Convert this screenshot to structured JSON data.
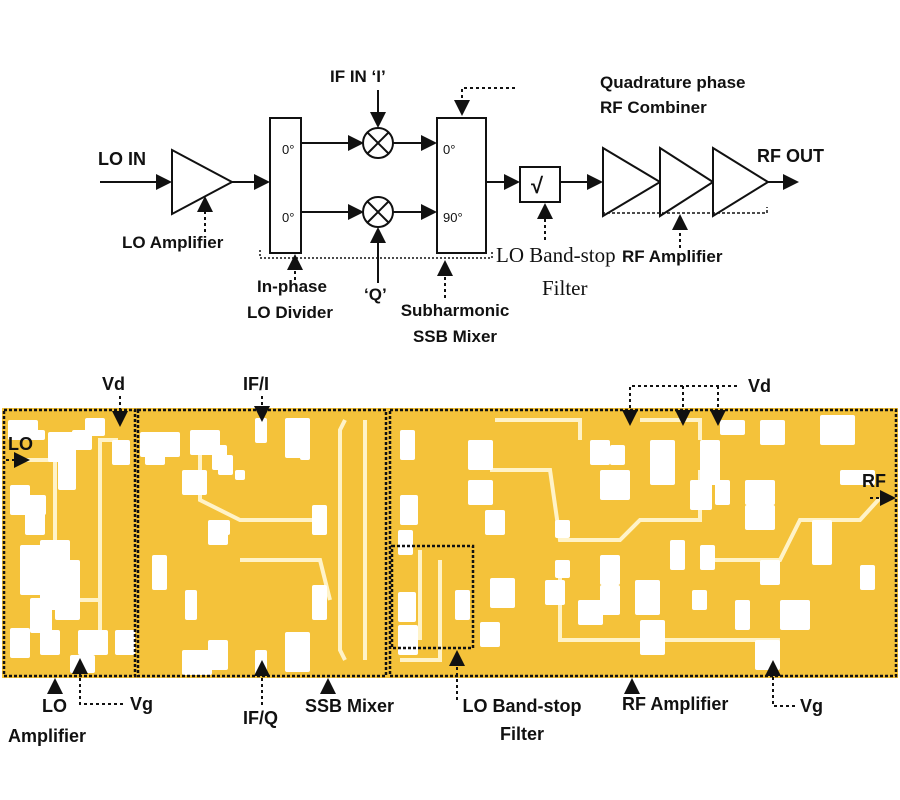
{
  "block_diagram": {
    "lo_in": "LO IN",
    "if_in_i": "IF IN ‘I’",
    "q": "‘Q’",
    "quadrature_line1": "Quadrature phase",
    "quadrature_line2": "RF Combiner",
    "rf_out": "RF OUT",
    "lo_amplifier": "LO Amplifier",
    "divider_line1": "In-phase",
    "divider_line2": "LO Divider",
    "mixer_line1": "Subharmonic",
    "mixer_line2": "SSB Mixer",
    "bandstop_line1": "LO Band-stop",
    "bandstop_line2": "Filter",
    "rf_amplifier": "RF Amplifier",
    "divider_port_top": "0°",
    "divider_port_bottom": "0°",
    "combiner_port_top": "0°",
    "combiner_port_bottom": "90°",
    "filter_symbol": "√"
  },
  "chip_photo": {
    "vd_left": "Vd",
    "if_i": "IF/I",
    "vd_right": "Vd",
    "lo": "LO",
    "rf": "RF",
    "lo_amplifier_line1": "LO",
    "lo_amplifier_line2": "Amplifier",
    "vg_left": "Vg",
    "if_q": "IF/Q",
    "ssb_mixer": "SSB Mixer",
    "bandstop_line1": "LO Band-stop",
    "bandstop_line2": "Filter",
    "rf_amplifier": "RF Amplifier",
    "vg_right": "Vg",
    "colors": {
      "substrate": "#f4c23a",
      "metal": "#ffffff",
      "trace": "#d98a1a"
    }
  }
}
